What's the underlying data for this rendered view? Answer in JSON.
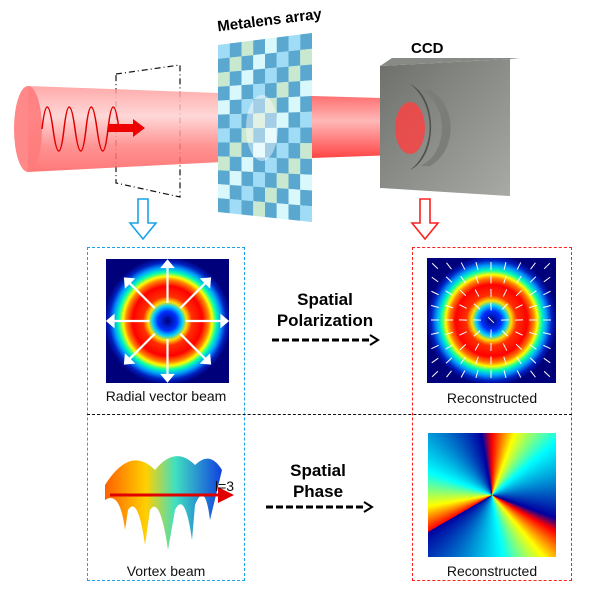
{
  "top": {
    "metalens_label": "Metalens array",
    "ccd_label": "CCD"
  },
  "rows": [
    {
      "input_label": "Radial vector beam",
      "process_label_line1": "Spatial",
      "process_label_line2": "Polarization",
      "output_label": "Reconstructed"
    },
    {
      "input_label": "Vortex beam",
      "topological_charge": "l=3",
      "process_label_line1": "Spatial",
      "process_label_line2": "Phase",
      "output_label": "Reconstructed"
    }
  ],
  "colors": {
    "input_box": "#1aa3e8",
    "output_box": "#ff2020",
    "beam": "#ff5a5a"
  }
}
